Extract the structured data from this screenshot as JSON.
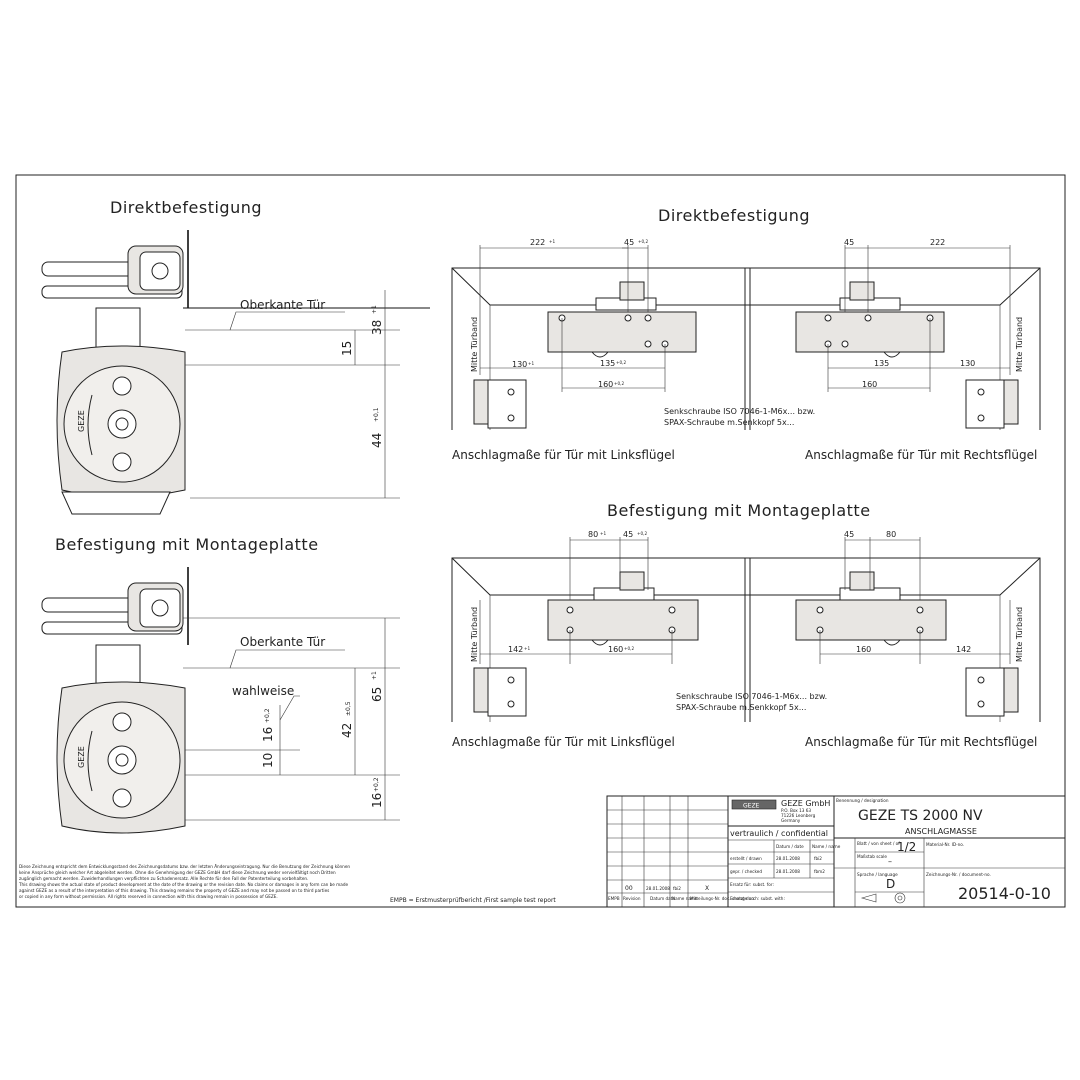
{
  "left_upper": {
    "title": "Direktbefestigung",
    "label_oberkante": "Oberkante Tür",
    "dims": [
      "38",
      "15",
      "44"
    ],
    "tols": [
      "+1",
      "+0,1"
    ]
  },
  "left_lower": {
    "title": "Befestigung mit Montageplatte",
    "label_oberkante": "Oberkante Tür",
    "label_wahlweise": "wahlweise",
    "dims": [
      "65",
      "16",
      "42",
      "10",
      "16"
    ],
    "tols": [
      "+1",
      "+0,2",
      "±0,5",
      "+0,2"
    ]
  },
  "right_upper": {
    "title": "Direktbefestigung",
    "dims_left": [
      "222",
      "45",
      "130",
      "135",
      "160"
    ],
    "dims_right": [
      "45",
      "222",
      "135",
      "130",
      "160"
    ],
    "tols": [
      "+1",
      "+0,2",
      "+1",
      "+0,2",
      "+0,2"
    ],
    "mitte_turband": "Mitte Türband",
    "screw_note_1": "Senkschraube ISO 7046-1-M6x... bzw.",
    "screw_note_2": "SPAX-Schraube m.Senkkopf 5x...",
    "caption_left": "Anschlagmaße für Tür mit Linksflügel",
    "caption_right": "Anschlagmaße für Tür mit Rechtsflügel"
  },
  "right_lower": {
    "title": "Befestigung mit Montageplatte",
    "dims_left": [
      "80",
      "45",
      "142",
      "160"
    ],
    "dims_right": [
      "45",
      "80",
      "160",
      "142"
    ],
    "tols": [
      "+1",
      "+0,2",
      "+1",
      "+0,2"
    ],
    "mitte_turband": "Mitte Türband",
    "screw_note_1": "Senkschraube ISO 7046-1-M6x... bzw.",
    "screw_note_2": "SPAX-Schraube m.Senkkopf 5x...",
    "caption_left": "Anschlagmaße für Tür mit Linksflügel",
    "caption_right": "Anschlagmaße für Tür mit Rechtsflügel"
  },
  "footer": {
    "legal_1": "Diese Zeichnung entspricht dem Entwicklungsstand des Zeichnungsdatums bzw. der letzten Änderungseintragung. Nur die Benutzung der Zeichnung können",
    "legal_2": "keine Ansprüche gleich welcher Art abgeleitet werden. Ohne die Genehmigung der GEZE GmbH darf diese Zeichnung weder vervielfältigt noch Dritten",
    "legal_3": "zugänglich gemacht werden. Zuwiderhandlungen verpflichten zu Schadenersatz. Alle Rechte für den Fall der Patenterteilung vorbehalten.",
    "legal_4": "This drawing shows the actual state of product development at the date of the drawing or the revision date. No claims or damages in any form can be made",
    "legal_5": "against GEZE as a result of the interpretation of this drawing. This drawing remains the property of GEZE and may not be passed on to third parties",
    "legal_6": "or copied in any form without permission. All rights reserved in connection with this drawing remain in possession of GEZE.",
    "empb_note": "EMPB = Erstmusterprüfbericht /First sample test report"
  },
  "title_block": {
    "company": "GEZE GmbH",
    "company_addr_1": "P.O. Box 13 63",
    "company_addr_2": "71226 Leonberg",
    "company_addr_3": "Germany",
    "logo": "GEZE",
    "confidential": "vertraulich / confidential",
    "designation_label": "Benennung / designation",
    "product": "GEZE TS 2000 NV",
    "subtitle": "ANSCHLAGMASSE",
    "date_label": "Datum / date",
    "name_label": "Name / name",
    "drawn_label": "erstellt / drawn",
    "drawn_date": "28.01.2008",
    "drawn_name": "fbi2",
    "checked_label": "gepr. / checked",
    "checked_date": "28.01.2008",
    "checked_name": "fbm2",
    "sheet_label": "Blatt / von sheet / of",
    "sheet": "1/2",
    "scale_label": "Maßstab scale",
    "scale": "–",
    "material_label": "Material-Nr. ID-no.",
    "language_label": "Sprache / language",
    "language": "D",
    "replaces_label": "Ersatz für: subst. for:",
    "replaced_label": "Ersetzt durch: subst. with:",
    "docno_label": "Zeichnungs-Nr. / document-no.",
    "docno": "20514-0-10",
    "rev_index": "00",
    "rev_date": "28.01.2008",
    "rev_name": "fbi2",
    "rev_mark": "X",
    "col_empb": "EMPB",
    "col_rev": "Revision",
    "col_date": "Datum date",
    "col_name": "Name name",
    "col_change": "Mitteilungs-Nr. doc. change no."
  }
}
